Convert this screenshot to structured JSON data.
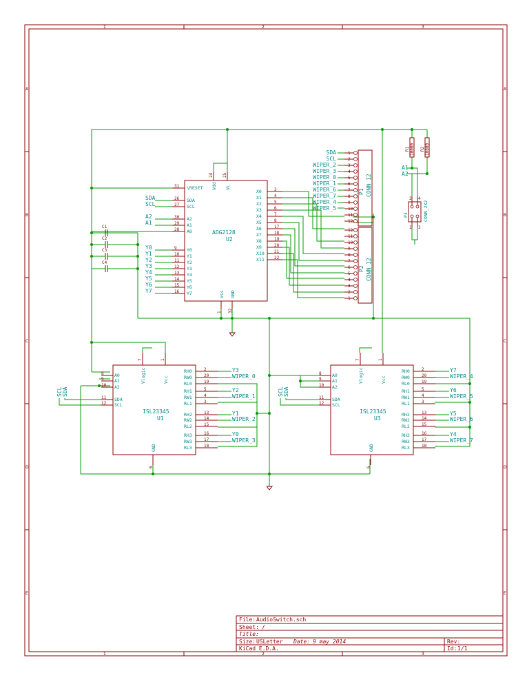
{
  "border": {
    "columns": [
      "1",
      "2",
      "3"
    ],
    "rows": [
      "A",
      "B",
      "C",
      "D",
      "E"
    ]
  },
  "title_block": {
    "file_label": "File:",
    "file_value": "AudioSwitch.sch",
    "sheet_label": "Sheet:",
    "sheet_value": "/",
    "title_label": "Title:",
    "title_value": "",
    "size_label": "Size:",
    "size_value": "USLetter",
    "date_label": "Date:",
    "date_value": "9 may 2014",
    "rev_label": "Rev:",
    "rev_value": "",
    "tool": "KiCad E.D.A.",
    "id_label": "Id:",
    "id_value": "1/1"
  },
  "components": {
    "u2": {
      "ref": "U2",
      "value": "ADG2128"
    },
    "u1": {
      "ref": "U1",
      "value": "ISL23345"
    },
    "u3": {
      "ref": "U3",
      "value": "ISL23345"
    },
    "p1": {
      "ref": "P1",
      "value": "CONN_12"
    },
    "p2": {
      "ref": "P2",
      "value": "CONN_12"
    },
    "p3": {
      "ref": "P3",
      "value": "CONN_2X2"
    },
    "r1": {
      "ref": "R1",
      "value": "10000"
    },
    "r2": {
      "ref": "R2",
      "value": "10000"
    },
    "caps": [
      "C1",
      "C2",
      "C3",
      "C4"
    ]
  },
  "u2_left_pins": [
    {
      "num": "31",
      "name": "\\RESET"
    },
    {
      "num": "26",
      "name": "SDA",
      "net": "SDA"
    },
    {
      "num": "27",
      "name": "SCL",
      "net": "SCL"
    },
    {
      "num": "30",
      "name": "A2",
      "net": "A2"
    },
    {
      "num": "29",
      "name": "A1",
      "net": "A1"
    },
    {
      "num": "28",
      "name": "A0"
    },
    {
      "num": "9",
      "name": "Y0",
      "net": "Y0"
    },
    {
      "num": "10",
      "name": "Y1",
      "net": "Y1"
    },
    {
      "num": "11",
      "name": "Y2",
      "net": "Y2"
    },
    {
      "num": "12",
      "name": "Y3",
      "net": "Y3"
    },
    {
      "num": "13",
      "name": "Y4",
      "net": "Y4"
    },
    {
      "num": "14",
      "name": "Y5",
      "net": "Y5"
    },
    {
      "num": "15",
      "name": "Y6",
      "net": "Y6"
    },
    {
      "num": "16",
      "name": "Y7",
      "net": "Y7"
    }
  ],
  "u2_right_pins": [
    {
      "num": "3",
      "name": "X0"
    },
    {
      "num": "4",
      "name": "X1"
    },
    {
      "num": "5",
      "name": "X2"
    },
    {
      "num": "6",
      "name": "X3"
    },
    {
      "num": "7",
      "name": "X4"
    },
    {
      "num": "8",
      "name": "X5"
    },
    {
      "num": "17",
      "name": "X6"
    },
    {
      "num": "18",
      "name": "X7"
    },
    {
      "num": "19",
      "name": "X8"
    },
    {
      "num": "20",
      "name": "X9"
    },
    {
      "num": "21",
      "name": "X10"
    },
    {
      "num": "22",
      "name": "X11"
    }
  ],
  "u2_top_pins": [
    {
      "num": "24",
      "name": "Vdd"
    },
    {
      "num": "25",
      "name": "VL"
    }
  ],
  "u2_bottom_pins": [
    {
      "num": "1",
      "name": "Vss"
    },
    {
      "num": "32",
      "name": "GND"
    }
  ],
  "p1_pins": [
    {
      "num": "1",
      "net": "SDA"
    },
    {
      "num": "2",
      "net": "SCL"
    },
    {
      "num": "3",
      "net": "WIPER_2"
    },
    {
      "num": "4",
      "net": "WIPER_3"
    },
    {
      "num": "5",
      "net": "WIPER_0"
    },
    {
      "num": "6",
      "net": "WIPER_1"
    },
    {
      "num": "7",
      "net": "WIPER_6"
    },
    {
      "num": "8",
      "net": "WIPER_7"
    },
    {
      "num": "9",
      "net": "WIPER_4"
    },
    {
      "num": "10",
      "net": "WIPER_5"
    },
    {
      "num": "11",
      "net": ""
    },
    {
      "num": "12",
      "net": ""
    }
  ],
  "p2_pins": [
    "12",
    "11",
    "10",
    "9",
    "8",
    "7",
    "6",
    "5",
    "4",
    "3",
    "2",
    "1"
  ],
  "p3_pins": [
    "2",
    "4",
    "1",
    "3"
  ],
  "net_a1": "A1",
  "net_a2": "A2",
  "isl_left_pins": [
    {
      "num": "8",
      "name": "A0"
    },
    {
      "num": "9",
      "name": "A1"
    },
    {
      "num": "10",
      "name": "A2"
    },
    {
      "num": "11",
      "name": "SDA"
    },
    {
      "num": "12",
      "name": "SCL"
    }
  ],
  "isl_right_pins": [
    {
      "num": "2",
      "name": "RH0"
    },
    {
      "num": "20",
      "name": "RW0"
    },
    {
      "num": "19",
      "name": "RL0"
    },
    {
      "num": "5",
      "name": "RH1"
    },
    {
      "num": "4",
      "name": "RW1"
    },
    {
      "num": "3",
      "name": "RL1"
    },
    {
      "num": "13",
      "name": "RH2"
    },
    {
      "num": "14",
      "name": "RW2"
    },
    {
      "num": "15",
      "name": "RL2"
    },
    {
      "num": "16",
      "name": "RH3"
    },
    {
      "num": "17",
      "name": "RW3"
    },
    {
      "num": "18",
      "name": "RL3"
    }
  ],
  "isl_top_pins": [
    {
      "num": "7",
      "name": "Vlogic"
    },
    {
      "num": "1",
      "name": "Vcc"
    }
  ],
  "isl_bottom_pin": {
    "num": "6",
    "name": "GND"
  },
  "u1_net_labels": [
    "Y3",
    "WIPER_0",
    "Y2",
    "WIPER_1",
    "Y1",
    "WIPER_2",
    "Y0",
    "WIPER_3"
  ],
  "u3_net_labels": [
    "Y7",
    "WIPER_4",
    "Y6",
    "WIPER_5",
    "Y5",
    "WIPER_6",
    "Y4",
    "WIPER_7"
  ],
  "i2c_labels": {
    "scl": "SCL",
    "sda": "SDA"
  }
}
